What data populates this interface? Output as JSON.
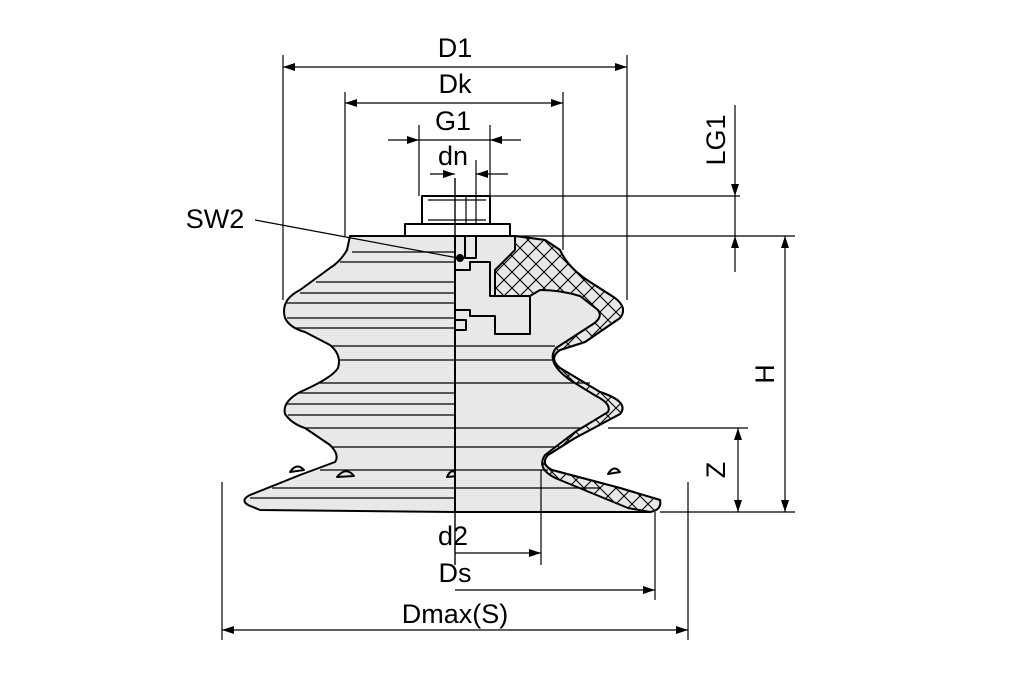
{
  "labels": {
    "d1": "D1",
    "dk": "Dk",
    "g1": "G1",
    "dn": "dn",
    "sw2": "SW2",
    "lg1": "LG1",
    "h": "H",
    "z": "Z",
    "d2": "d2",
    "ds": "Ds",
    "dmax": "Dmax(S)"
  }
}
